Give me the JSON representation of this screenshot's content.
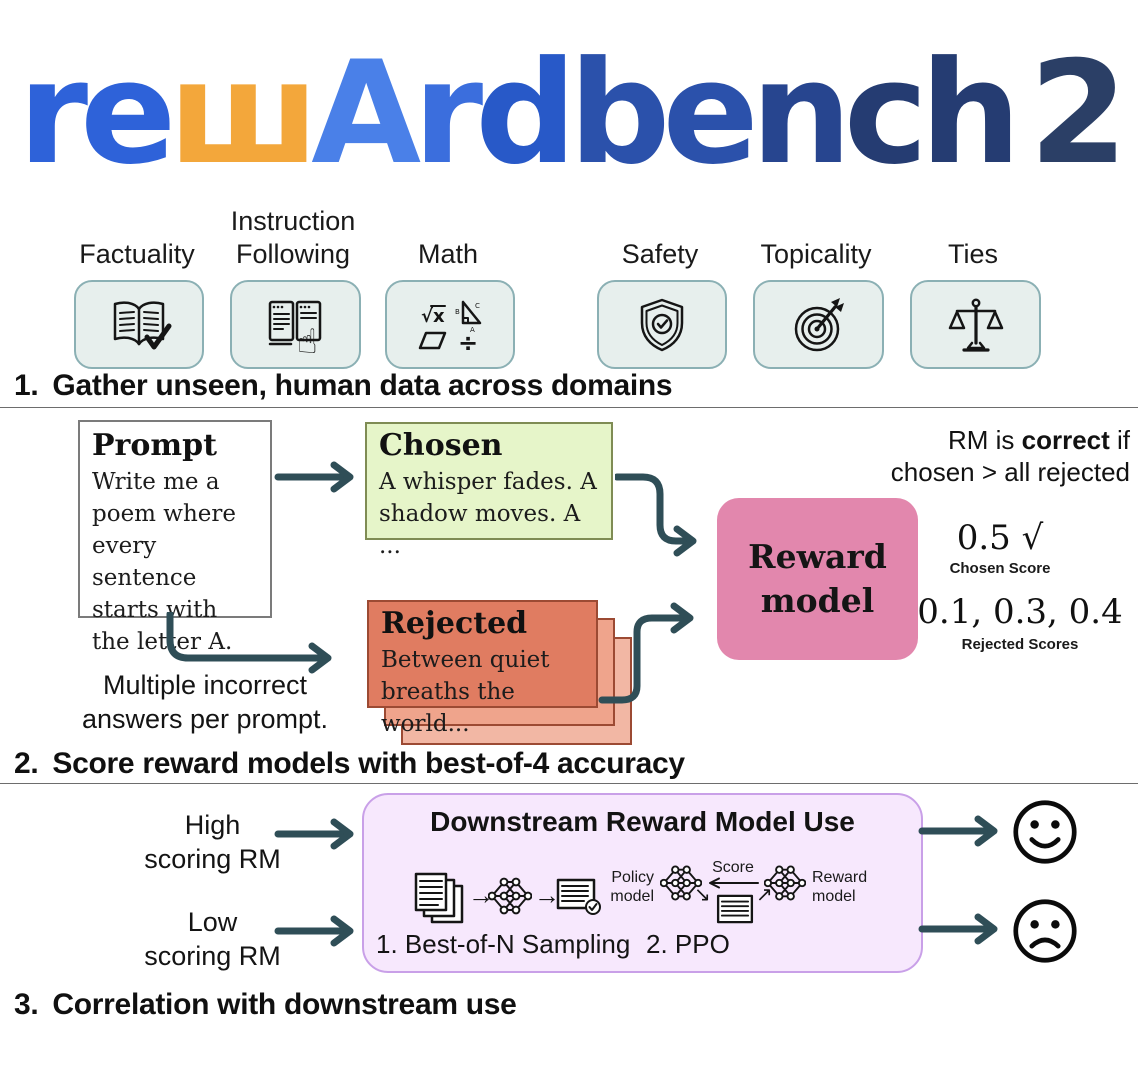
{
  "logo": {
    "letters": [
      {
        "ch": "r",
        "color": "#2e62d9"
      },
      {
        "ch": "e",
        "color": "#2e62d9"
      },
      {
        "ch": "ш",
        "color": "#f3a73b"
      },
      {
        "ch": "A",
        "color": "#4a80e8"
      },
      {
        "ch": "r",
        "color": "#3b6edd"
      },
      {
        "ch": "d",
        "color": "#2859c8"
      },
      {
        "ch": "b",
        "color": "#2b51ab"
      },
      {
        "ch": "e",
        "color": "#2b51ab"
      },
      {
        "ch": "n",
        "color": "#27458f"
      },
      {
        "ch": "c",
        "color": "#253c72"
      },
      {
        "ch": "h",
        "color": "#253c72"
      },
      {
        "ch": "2",
        "color": "#2b3f66"
      }
    ]
  },
  "categories": [
    {
      "label": "Factuality",
      "icon": "open-book-check-icon"
    },
    {
      "label": "Instruction Following",
      "icon": "instruction-hand-icon"
    },
    {
      "label": "Math",
      "icon": "math-symbols-icon"
    },
    {
      "label": "Safety",
      "icon": "shield-check-icon"
    },
    {
      "label": "Topicality",
      "icon": "target-dart-icon"
    },
    {
      "label": "Ties",
      "icon": "balance-scale-icon"
    }
  ],
  "sections": [
    {
      "number": "1.",
      "title": "Gather unseen, human data across domains"
    },
    {
      "number": "2.",
      "title": "Score reward models with best-of-4 accuracy"
    },
    {
      "number": "3.",
      "title": "Correlation with downstream use"
    }
  ],
  "flow": {
    "prompt_title": "Prompt",
    "prompt_body": "Write me a poem where every sentence starts with the letter A.",
    "chosen_title": "Chosen",
    "chosen_body": "A whisper fades. A shadow moves. A ...",
    "rejected_title": "Rejected",
    "rejected_body": "Between quiet breaths the world...",
    "note_line1": "Multiple incorrect",
    "note_line2": "answers per prompt.",
    "reward_line1": "Reward",
    "reward_line2": "model",
    "rule_pre": "RM is ",
    "rule_bold": "correct",
    "rule_post": " if",
    "rule_line2": "chosen > all rejected",
    "chosen_score": "0.5 √",
    "chosen_score_label": "Chosen Score",
    "rejected_scores": "0.1, 0.3, 0.4",
    "rejected_scores_label": "Rejected Scores"
  },
  "downstream": {
    "high_line1": "High",
    "high_line2": "scoring RM",
    "low_line1": "Low",
    "low_line2": "scoring RM",
    "box_title": "Downstream Reward Model Use",
    "bon_label": "1. Best-of-N Sampling",
    "ppo_label": "2. PPO",
    "policy_line1": "Policy",
    "policy_line2": "model",
    "score_label": "Score",
    "reward_line1": "Reward",
    "reward_line2": "model"
  },
  "colors": {
    "arrow": "#2f4e57",
    "cat_fill": "#e7efed",
    "cat_border": "#8bb0b4",
    "chosen_fill": "#e6f5c9",
    "chosen_border": "#7f8c54",
    "rej_fill": "#e07c61",
    "rej_border": "#9c4a33",
    "rej_back1": "#efa48c",
    "rej_back2": "#f2b7a4",
    "reward_fill": "#e287ad",
    "purple_fill": "#f7e8fd",
    "purple_border": "#c9a0e8"
  }
}
